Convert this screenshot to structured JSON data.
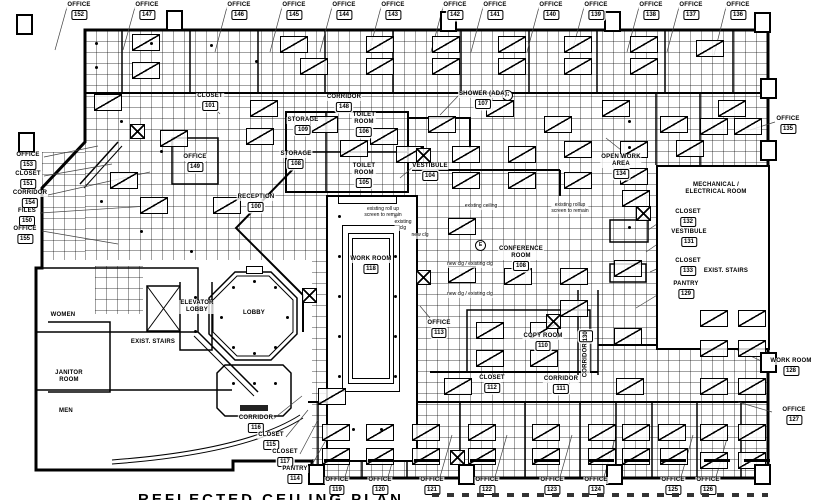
{
  "plan": {
    "title": "REFLECTED CEILING PLAN",
    "symbols": {
      "e": "E"
    },
    "annotations": {
      "existing_ceiling": "existing ceiling",
      "rollup_right": "existing rollup\nscreen to remain",
      "rollup_top": "existing roll up\nscreen to remain",
      "existing_clg": "existing\nclg",
      "new_clg": "new clg",
      "new_existing_1": "new clg / existing clg",
      "new_existing_2": "new clg / existing clg"
    },
    "rooms": {
      "office_152": {
        "label": "OFFICE",
        "num": "152"
      },
      "office_147": {
        "label": "OFFICE",
        "num": "147"
      },
      "office_146": {
        "label": "OFFICE",
        "num": "146"
      },
      "office_145": {
        "label": "OFFICE",
        "num": "145"
      },
      "office_144": {
        "label": "OFFICE",
        "num": "144"
      },
      "office_143": {
        "label": "OFFICE",
        "num": "143"
      },
      "office_142": {
        "label": "OFFICE",
        "num": "142"
      },
      "office_141": {
        "label": "OFFICE",
        "num": "141"
      },
      "office_140": {
        "label": "OFFICE",
        "num": "140"
      },
      "office_139": {
        "label": "OFFICE",
        "num": "139"
      },
      "office_138": {
        "label": "OFFICE",
        "num": "138"
      },
      "office_137": {
        "label": "OFFICE",
        "num": "137"
      },
      "office_136": {
        "label": "OFFICE",
        "num": "136"
      },
      "office_135": {
        "label": "OFFICE",
        "num": "135"
      },
      "office_153": {
        "label": "OFFICE",
        "num": "153"
      },
      "closet_151": {
        "label": "CLOSET",
        "num": "151"
      },
      "corridor_154": {
        "label": "CORRIDOR",
        "num": "154"
      },
      "files_150": {
        "label": "FILES",
        "num": "150"
      },
      "office_155": {
        "label": "OFFICE",
        "num": "155"
      },
      "closet_101": {
        "label": "CLOSET",
        "num": "101"
      },
      "office_149": {
        "label": "OFFICE",
        "num": "149"
      },
      "corridor_148": {
        "label": "CORRIDOR",
        "num": "148"
      },
      "shower_107": {
        "label": "SHOWER (ADA)",
        "num": "107"
      },
      "storage_109": {
        "label": "STORAGE",
        "num": "109"
      },
      "storage_108": {
        "label": "STORAGE",
        "num": "108"
      },
      "toilet_106": {
        "label": "TOILET\nROOM",
        "num": "106"
      },
      "toilet_105": {
        "label": "TOILET\nROOM",
        "num": "105"
      },
      "vestibule_104": {
        "label": "VESTIBULE",
        "num": "104"
      },
      "reception_100": {
        "label": "RECEPTION",
        "num": "100"
      },
      "open_work_134": {
        "label": "OPEN WORK\nAREA",
        "num": "134"
      },
      "mech_room": {
        "label": "MECHANICAL /\nELECTRICAL ROOM"
      },
      "closet_132": {
        "label": "CLOSET",
        "num": "132"
      },
      "vestibule_131": {
        "label": "VESTIBULE",
        "num": "131"
      },
      "closet_133": {
        "label": "CLOSET",
        "num": "133"
      },
      "exist_stairs_right": {
        "label": "EXIST. STAIRS"
      },
      "pantry_129": {
        "label": "PANTRY",
        "num": "129"
      },
      "work_room_128": {
        "label": "WORK ROOM",
        "num": "128"
      },
      "office_127": {
        "label": "OFFICE",
        "num": "127"
      },
      "corridor_130": {
        "label": "CORRIDOR",
        "num": "130"
      },
      "work_room_118": {
        "label": "WORK ROOM",
        "num": "118"
      },
      "office_113": {
        "label": "OFFICE",
        "num": "113"
      },
      "conference_108": {
        "label": "CONFERENCE\nROOM",
        "num": "108"
      },
      "copy_110": {
        "label": "COPY ROOM",
        "num": "110"
      },
      "closet_112": {
        "label": "CLOSET",
        "num": "112"
      },
      "corridor_111": {
        "label": "CORRIDOR",
        "num": "111"
      },
      "women": {
        "label": "WOMEN"
      },
      "men": {
        "label": "MEN"
      },
      "janitor": {
        "label": "JANITOR\nROOM"
      },
      "exist_stairs_left": {
        "label": "EXIST. STAIRS"
      },
      "elevator_lobby": {
        "label": "ELEVATOR\nLOBBY"
      },
      "lobby": {
        "label": "LOBBY"
      },
      "corridor_116": {
        "label": "CORRIDOR",
        "num": "116"
      },
      "closet_115": {
        "label": "CLOSET",
        "num": "115"
      },
      "closet_117": {
        "label": "CLOSET",
        "num": "117"
      },
      "pantry_114": {
        "label": "PANTRY",
        "num": "114"
      },
      "office_119": {
        "label": "OFFICE",
        "num": "119"
      },
      "office_120": {
        "label": "OFFICE",
        "num": "120"
      },
      "office_121": {
        "label": "OFFICE",
        "num": "121"
      },
      "office_122": {
        "label": "OFFICE",
        "num": "122"
      },
      "office_123": {
        "label": "OFFICE",
        "num": "123"
      },
      "office_124": {
        "label": "OFFICE",
        "num": "124"
      },
      "office_125": {
        "label": "OFFICE",
        "num": "125"
      },
      "office_126": {
        "label": "OFFICE",
        "num": "126"
      }
    }
  }
}
